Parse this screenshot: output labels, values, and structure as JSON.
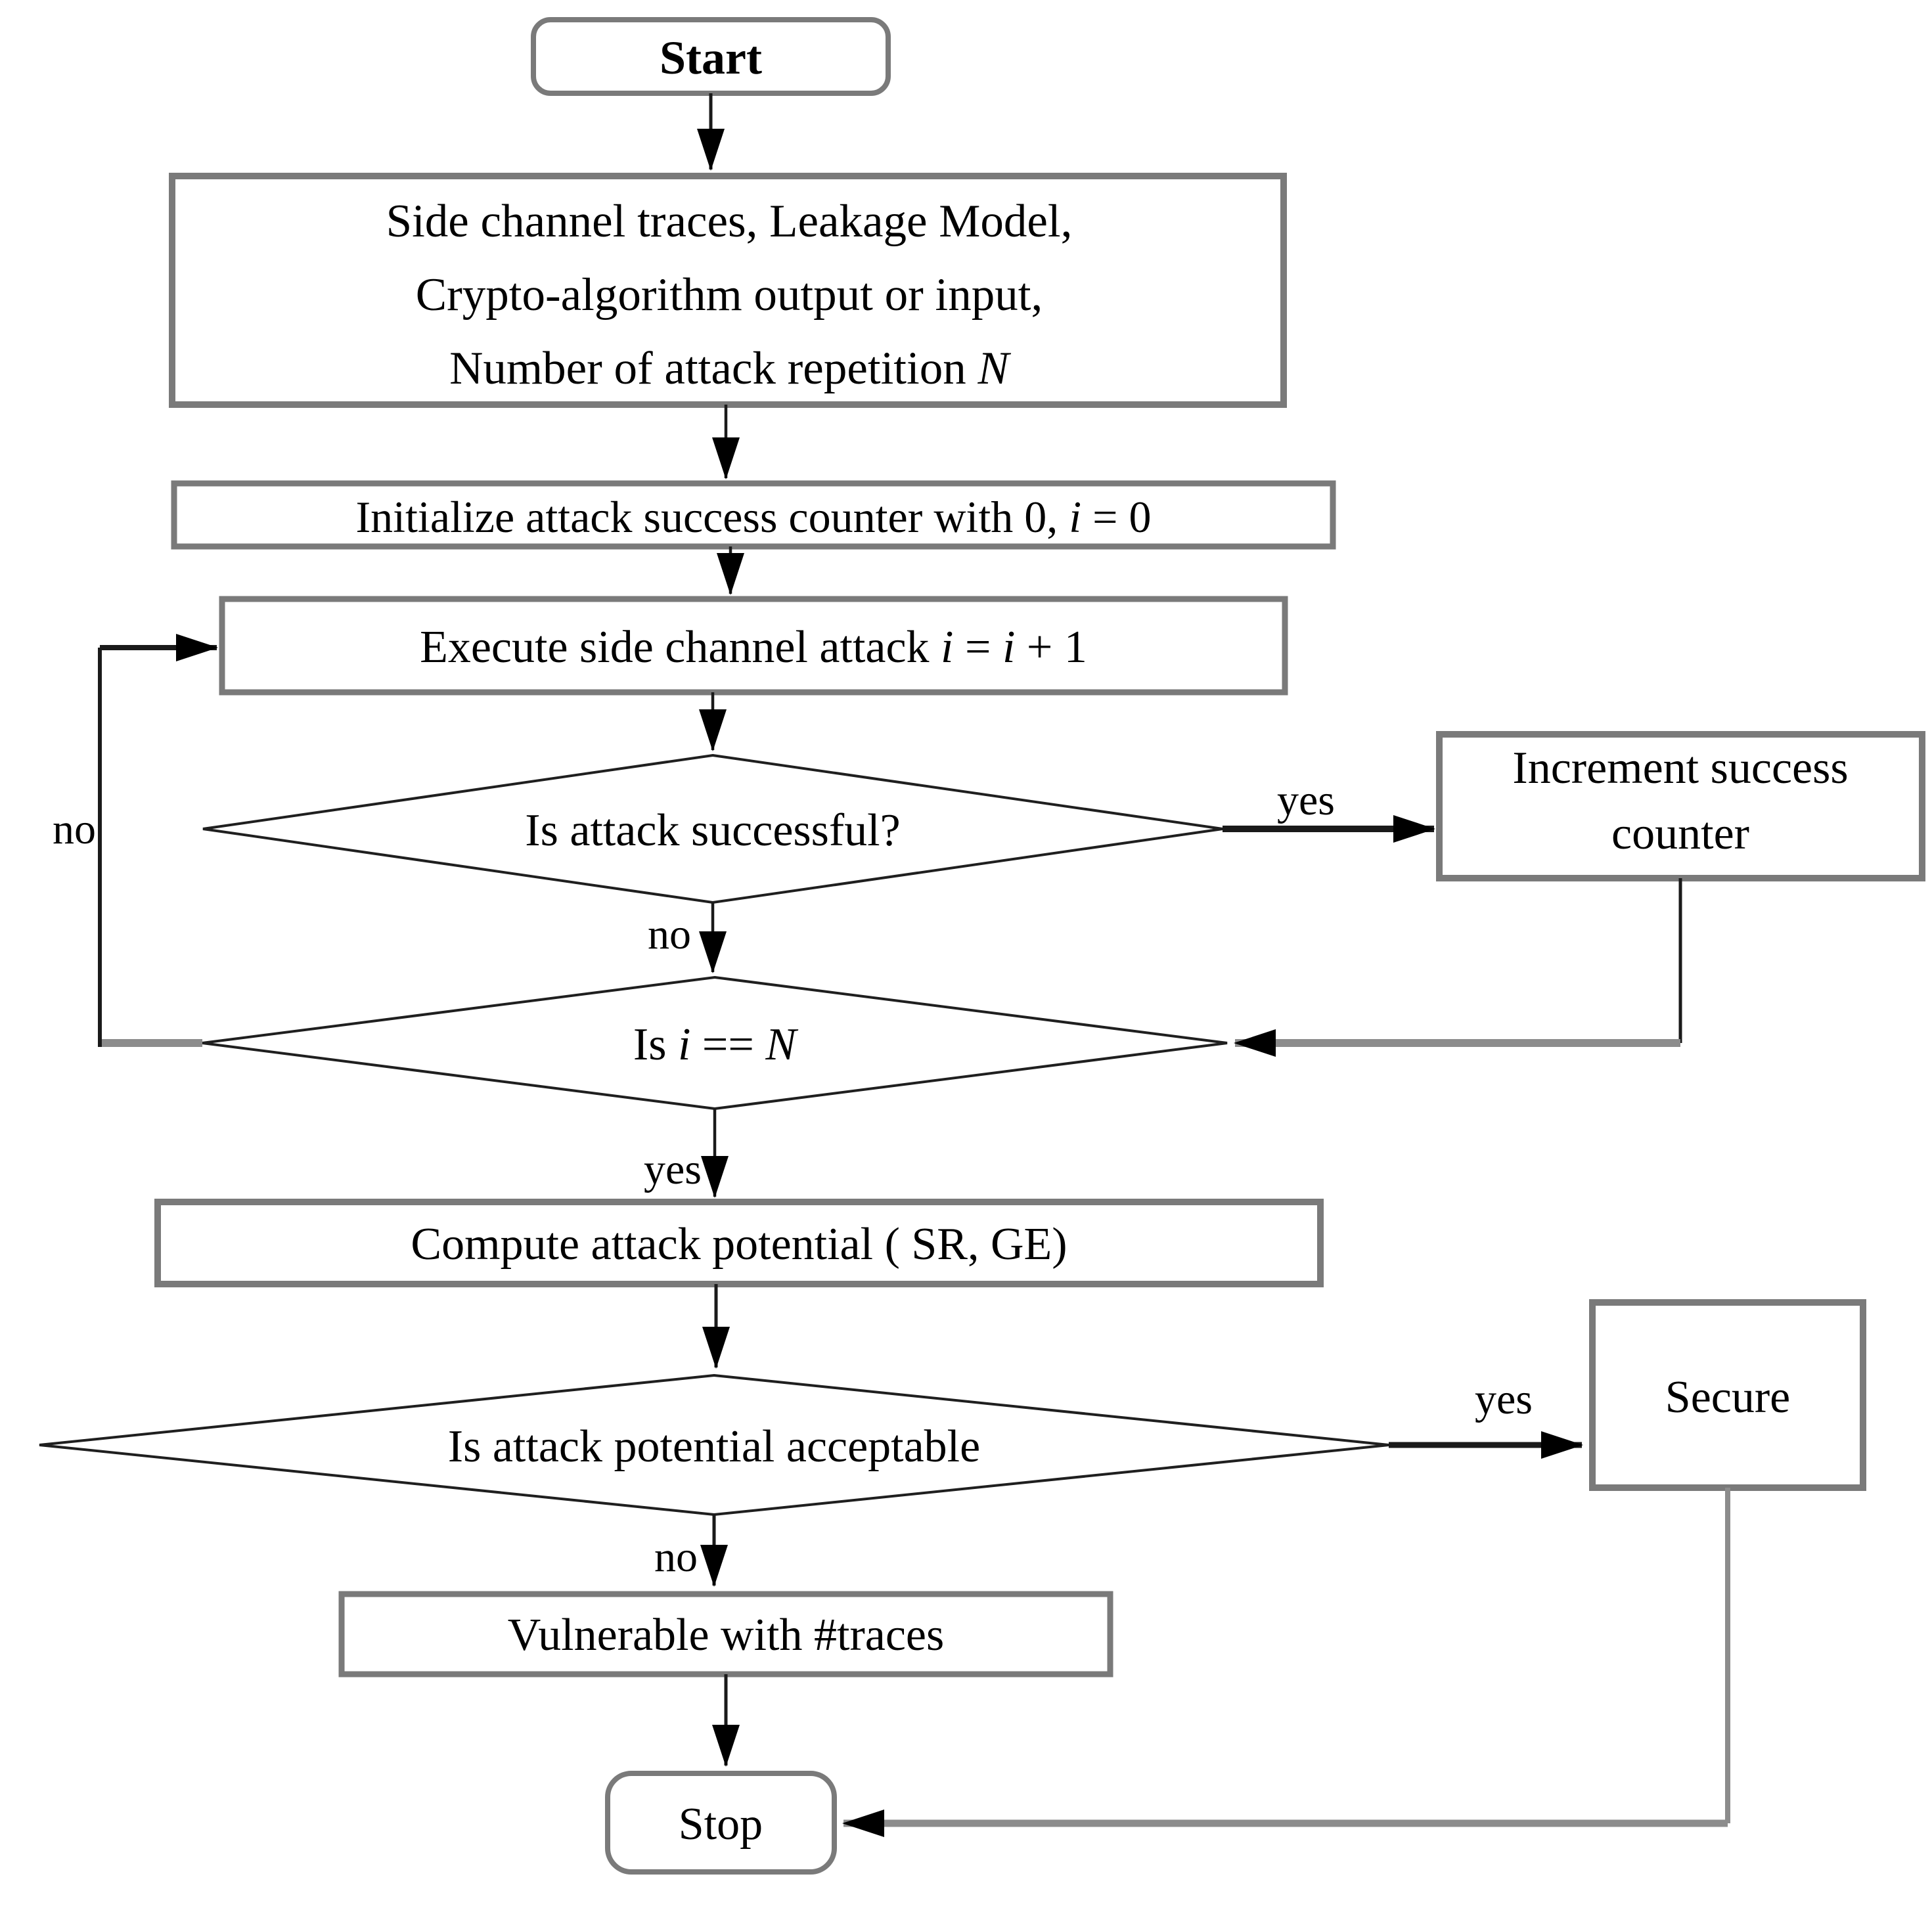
{
  "flowchart": {
    "nodes": {
      "start": {
        "label": "Start"
      },
      "input": {
        "line1": "Side channel traces, Leakage Model,",
        "line2": "Crypto-algorithm output or input,",
        "line3_text": "Number of attack repetition ",
        "line3_var": "N"
      },
      "init": {
        "text": "Initialize attack success counter with 0, ",
        "var": "i",
        "suffix": " = 0"
      },
      "execute": {
        "text": "Execute side channel attack ",
        "var_a": "i",
        "equals": " = ",
        "var_b": "i",
        "suffix": " + 1"
      },
      "is_success": {
        "label": "Is attack successful?"
      },
      "increment": {
        "line1": "Increment success",
        "line2": "counter"
      },
      "is_count": {
        "prefix": "Is ",
        "var_i": "i",
        "operator": " == ",
        "var_n": "N"
      },
      "compute": {
        "label": "Compute attack potential ( SR, GE)"
      },
      "is_acceptable": {
        "label": "Is attack potential acceptable"
      },
      "secure": {
        "label": "Secure"
      },
      "vulnerable": {
        "label": "Vulnerable with #traces"
      },
      "stop": {
        "label": "Stop"
      }
    },
    "edge_labels": {
      "success_yes": "yes",
      "success_no": "no",
      "loop_no": "no",
      "count_yes": "yes",
      "acceptable_yes": "yes",
      "acceptable_no": "no"
    },
    "colors": {
      "box_border_gray": "#7a7a7a",
      "connector_black": "#1a1a1a",
      "connector_gray": "#8c8c8c",
      "background": "#ffffff",
      "text": "#000000"
    }
  }
}
